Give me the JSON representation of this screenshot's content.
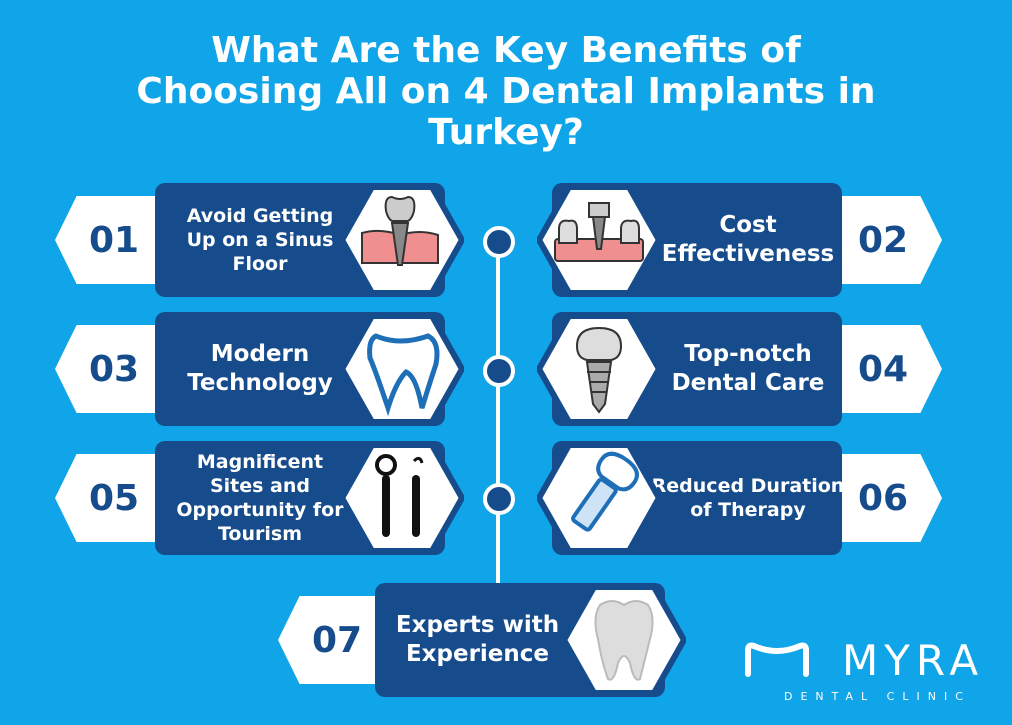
{
  "title": {
    "line1": "What Are the Key Benefits of",
    "line2": "Choosing All on 4 Dental Implants in",
    "line3": "Turkey?"
  },
  "colors": {
    "background": "#10a4e8",
    "navy": "#164b8c",
    "white": "#ffffff",
    "gum": "#ef8f8f"
  },
  "benefits": [
    {
      "number": "01",
      "label": "Avoid Getting Up on a Sinus Floor",
      "icon": "tooth-implant-in-gum-icon",
      "side": "left"
    },
    {
      "number": "02",
      "label": "Cost Effectiveness",
      "icon": "implant-bridge-icon",
      "side": "right"
    },
    {
      "number": "03",
      "label": "Modern Technology",
      "icon": "tooth-outline-icon",
      "side": "left"
    },
    {
      "number": "04",
      "label": "Top-notch Dental Care",
      "icon": "implant-screw-icon",
      "side": "right"
    },
    {
      "number": "05",
      "label": "Magnificent Sites and Opportunity for Tourism",
      "icon": "dental-tools-icon",
      "side": "left"
    },
    {
      "number": "06",
      "label": "Reduced Duration of Therapy",
      "icon": "tilted-implant-icon",
      "side": "right"
    },
    {
      "number": "07",
      "label": "Experts with Experience",
      "icon": "molar-tooth-icon",
      "side": "center"
    }
  ],
  "logo": {
    "name": "MYRA",
    "subtitle": "DENTAL CLINIC"
  }
}
